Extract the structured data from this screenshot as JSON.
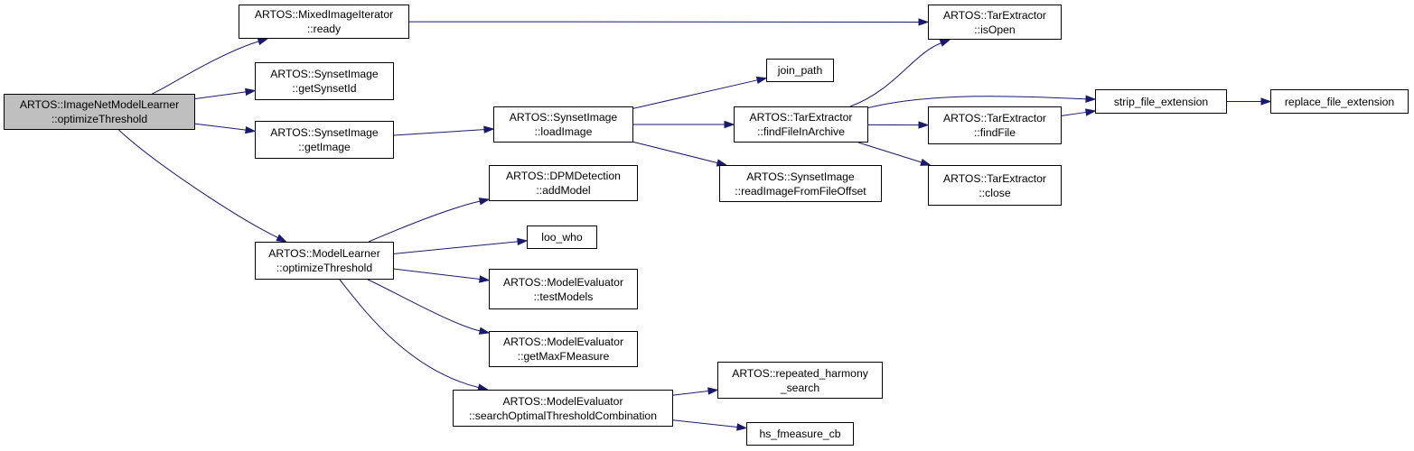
{
  "nodes": {
    "n_root": {
      "line1": "ARTOS::ImageNetModelLearner",
      "line2": "::optimizeThreshold"
    },
    "n_mii": {
      "line1": "ARTOS::MixedImageIterator",
      "line2": "::ready"
    },
    "n_gsid": {
      "line1": "ARTOS::SynsetImage",
      "line2": "::getSynsetId"
    },
    "n_gimg": {
      "line1": "ARTOS::SynsetImage",
      "line2": "::getImage"
    },
    "n_mlot": {
      "line1": "ARTOS::ModelLearner",
      "line2": "::optimizeThreshold"
    },
    "n_limg": {
      "line1": "ARTOS::SynsetImage",
      "line2": "::loadImage"
    },
    "n_dpm": {
      "line1": "ARTOS::DPMDetection",
      "line2": "::addModel"
    },
    "n_loo": {
      "line1": "loo_who",
      "line2": ""
    },
    "n_test": {
      "line1": "ARTOS::ModelEvaluator",
      "line2": "::testModels"
    },
    "n_gmax": {
      "line1": "ARTOS::ModelEvaluator",
      "line2": "::getMaxFMeasure"
    },
    "n_sotc": {
      "line1": "ARTOS::ModelEvaluator",
      "line2": "::searchOptimalThresholdCombination"
    },
    "n_join": {
      "line1": "join_path",
      "line2": ""
    },
    "n_ffia": {
      "line1": "ARTOS::TarExtractor",
      "line2": "::findFileInArchive"
    },
    "n_rifo": {
      "line1": "ARTOS::SynsetImage",
      "line2": "::readImageFromFileOffset"
    },
    "n_rhs": {
      "line1": "ARTOS::repeated_harmony",
      "line2": "_search"
    },
    "n_hsfm": {
      "line1": "hs_fmeasure_cb",
      "line2": ""
    },
    "n_isopen": {
      "line1": "ARTOS::TarExtractor",
      "line2": "::isOpen"
    },
    "n_sfe": {
      "line1": "strip_file_extension",
      "line2": ""
    },
    "n_ff": {
      "line1": "ARTOS::TarExtractor",
      "line2": "::findFile"
    },
    "n_close": {
      "line1": "ARTOS::TarExtractor",
      "line2": "::close"
    },
    "n_rfe": {
      "line1": "replace_file_extension",
      "line2": ""
    }
  },
  "edges": [
    [
      "n_root",
      "n_mii"
    ],
    [
      "n_root",
      "n_gsid"
    ],
    [
      "n_root",
      "n_gimg"
    ],
    [
      "n_root",
      "n_mlot"
    ],
    [
      "n_mii",
      "n_isopen"
    ],
    [
      "n_gimg",
      "n_limg"
    ],
    [
      "n_limg",
      "n_join"
    ],
    [
      "n_limg",
      "n_ffia"
    ],
    [
      "n_limg",
      "n_rifo"
    ],
    [
      "n_ffia",
      "n_isopen"
    ],
    [
      "n_ffia",
      "n_sfe"
    ],
    [
      "n_ffia",
      "n_ff"
    ],
    [
      "n_ffia",
      "n_close"
    ],
    [
      "n_ff",
      "n_sfe"
    ],
    [
      "n_sfe",
      "n_rfe"
    ],
    [
      "n_mlot",
      "n_dpm"
    ],
    [
      "n_mlot",
      "n_loo"
    ],
    [
      "n_mlot",
      "n_test"
    ],
    [
      "n_mlot",
      "n_gmax"
    ],
    [
      "n_mlot",
      "n_sotc"
    ],
    [
      "n_sotc",
      "n_rhs"
    ],
    [
      "n_sotc",
      "n_hsfm"
    ]
  ],
  "colors": {
    "edge": "#191970",
    "root_fill": "#bfbfbf",
    "node_fill": "#ffffff",
    "node_border": "#000000"
  }
}
